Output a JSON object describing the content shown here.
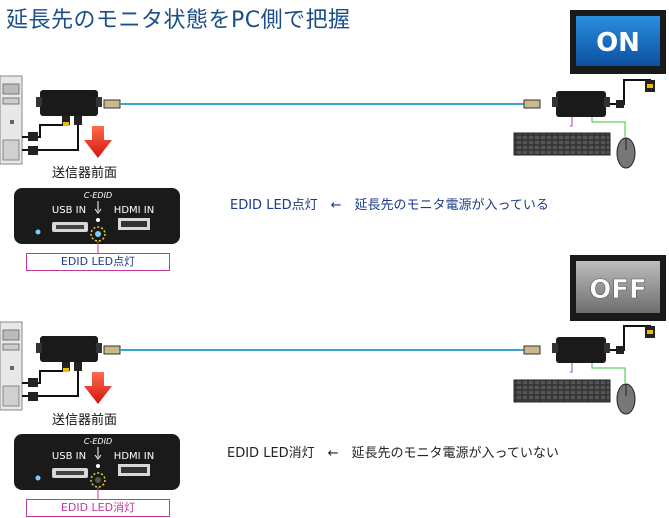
{
  "title": "延長先のモニタ状態をPC側で把握",
  "panels": [
    {
      "monitor_text": "ON",
      "front_label": "送信器前面",
      "port_usb": "USB IN",
      "port_hdmi": "HDMI IN",
      "port_cedid": "C-EDID",
      "led_tag": "EDID LED点灯",
      "description": "EDID LED点灯　←　延長先のモニタ電源が入っている"
    },
    {
      "monitor_text": "OFF",
      "front_label": "送信器前面",
      "port_usb": "USB IN",
      "port_hdmi": "HDMI IN",
      "port_cedid": "C-EDID",
      "led_tag": "EDID LED消灯",
      "description": "EDID LED消灯　←　延長先のモニタ電源が入っていない"
    }
  ],
  "colors": {
    "title": "#1a4f8a",
    "monitor_on": "#1e7fc8",
    "monitor_off": "#8c8c8c",
    "cable": "#3aa7c9",
    "arrow": "#e8231b",
    "led_on": "#7ecbff",
    "led_ring": "#e8d72a",
    "tag_border": "#c0399a"
  }
}
